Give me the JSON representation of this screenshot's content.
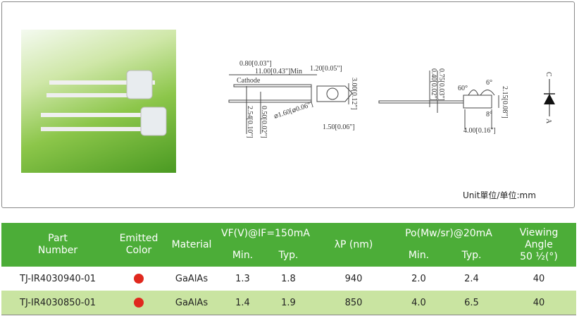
{
  "drawing": {
    "dims_top": [
      "0.80[0.03\"]",
      "11.00[0.43\"]Min",
      "1.20[0.05\"]",
      "3.00[0.12\"]",
      "1.50[0.06\"]",
      "2.54[0.10\"]",
      "0.50[0.02\"]",
      "⌀1.60[⌀0.06\"]"
    ],
    "cathode_label": "Cathode",
    "dims_side": [
      "0.75[0.03\"]",
      "0.40[0.02\"]",
      "60°",
      "6°",
      "8°",
      "2.15[0.08\"]",
      "4.00[0.16\"]"
    ],
    "symbol": {
      "cathode": "C",
      "anode": "A"
    },
    "unit": "Unit單位/单位:mm"
  },
  "table": {
    "headers": {
      "part": [
        "Part",
        "Number"
      ],
      "color": [
        "Emitted",
        "Color"
      ],
      "material": "Material",
      "vf": "VF(V)@IF=150mA",
      "lp": "λP (nm)",
      "po": "Po(Mw/sr)@20mA",
      "min": "Min.",
      "typ": "Typ.",
      "angle": [
        "Viewing",
        "Angle",
        "50 ½(°)"
      ]
    },
    "rows": [
      {
        "part": "TJ-IR4030940-01",
        "color": "#e0281e",
        "material": "GaAlAs",
        "vf_min": "1.3",
        "vf_typ": "1.8",
        "lp": "940",
        "po_min": "2.0",
        "po_typ": "2.4",
        "angle": "40"
      },
      {
        "part": "TJ-IR4030850-01",
        "color": "#e0281e",
        "material": "GaAlAs",
        "vf_min": "1.4",
        "vf_typ": "1.9",
        "lp": "850",
        "po_min": "4.0",
        "po_typ": "6.5",
        "angle": "40"
      }
    ]
  }
}
